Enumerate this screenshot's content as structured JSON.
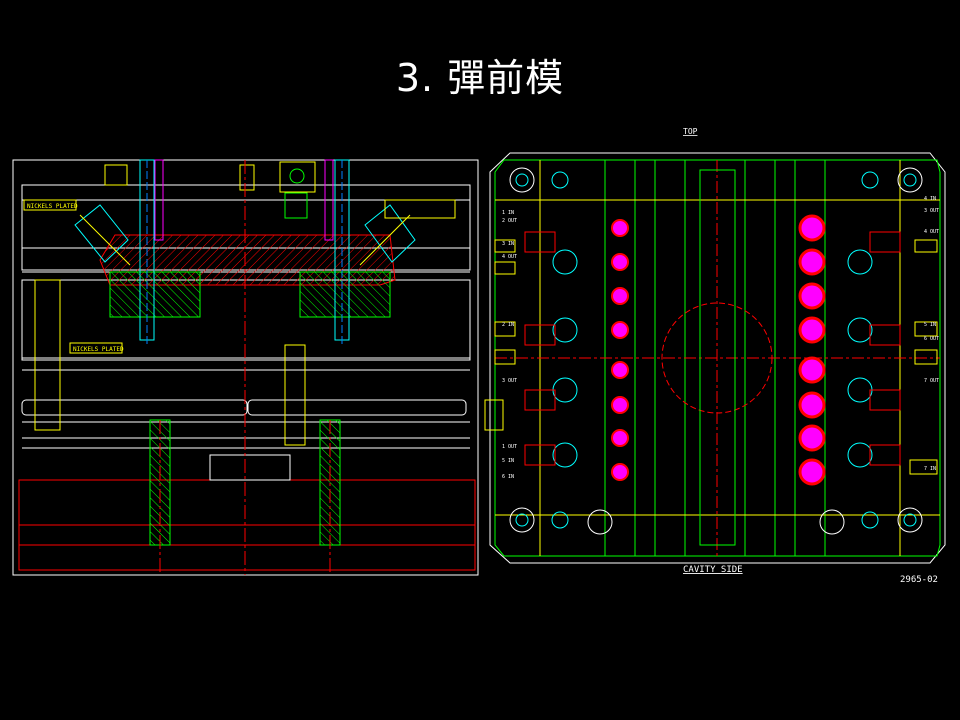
{
  "slide": {
    "title": "3. 彈前模"
  },
  "left_drawing": {
    "labels": {
      "nickel_plated_1": "NICKELS PLATED",
      "nickel_plated_2": "NICKELS PLATED"
    }
  },
  "right_drawing": {
    "top_label": "TOP",
    "cavity_side": "CAVITY SIDE",
    "drawing_number": "2965-02",
    "left_callouts": [
      "1 IN",
      "2 OUT",
      "3 IN",
      "4 OUT",
      "2 IN",
      "3 OUT",
      "1 OUT",
      "5 IN",
      "6 IN"
    ],
    "right_callouts": [
      "4 IN",
      "3 OUT",
      "4 OUT",
      "5 IN",
      "6 OUT",
      "7 OUT",
      "7 IN"
    ]
  },
  "colors": {
    "background": "#000000",
    "outline": "#ffffff",
    "green": "#00ff00",
    "cyan": "#00ffff",
    "yellow": "#ffff00",
    "red": "#ff0000",
    "magenta": "#ff00ff",
    "blue": "#0080ff"
  }
}
